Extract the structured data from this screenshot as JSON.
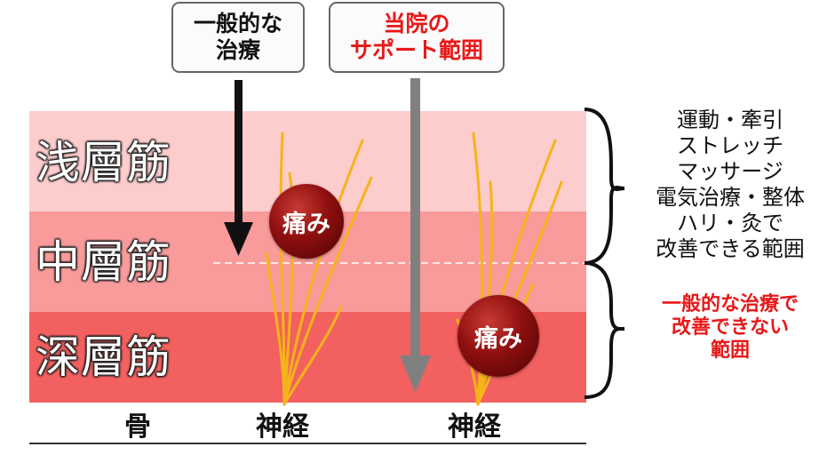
{
  "layers": {
    "superficial": "浅層筋",
    "middle": "中層筋",
    "deep": "深層筋"
  },
  "boxes": {
    "general": [
      "一般的な",
      "治療"
    ],
    "clinic": [
      "当院の",
      "サポート範囲"
    ]
  },
  "pain_badge": "痛み",
  "bottom": {
    "bone": "骨",
    "nerve_left": "神経",
    "nerve_right": "神経"
  },
  "right_notes": {
    "treatable": [
      "運動・牽引",
      "ストレッチ",
      "マッサージ",
      "電気治療・整体",
      "ハリ・灸で",
      "改善できる範囲"
    ],
    "untreatable": [
      "一般的な治療で",
      "改善できない",
      "範囲"
    ]
  },
  "colors": {
    "superficial": "#fdcdcd",
    "middle": "#f99b9b",
    "deep": "#f36060",
    "nerve": "#f5b41a",
    "accent_red": "#e81818",
    "arrow_dark": "#111111",
    "arrow_gray": "#808080"
  }
}
